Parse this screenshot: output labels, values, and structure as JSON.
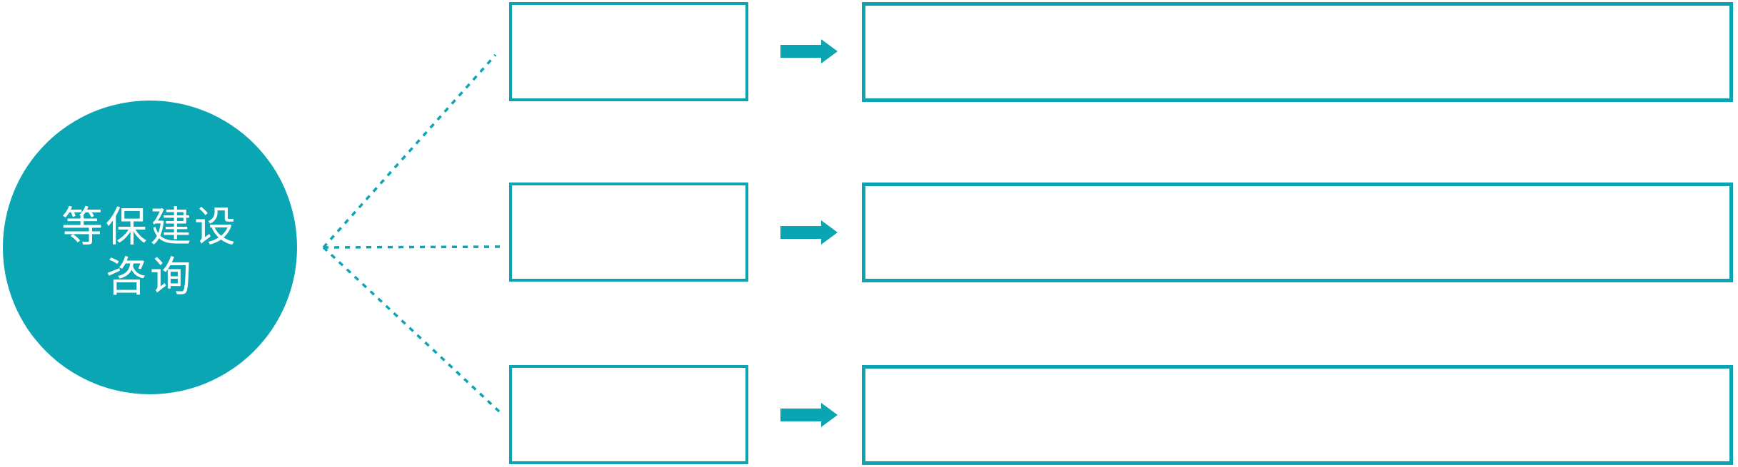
{
  "diagram": {
    "circle": {
      "label": "等保建设咨询",
      "line1": "等保建设",
      "line2": "咨询"
    },
    "rows": [
      {
        "small_box_text": "",
        "large_box_text": ""
      },
      {
        "small_box_text": "",
        "large_box_text": ""
      },
      {
        "small_box_text": "",
        "large_box_text": ""
      }
    ],
    "connector_style": "dotted-branch",
    "arrow_icon": "right-arrow"
  },
  "colors": {
    "accent": "#0BA4B2",
    "circle_fill": "#0BA6B4",
    "circle_text": "#FFFFFF",
    "background": "#FFFFFF"
  }
}
